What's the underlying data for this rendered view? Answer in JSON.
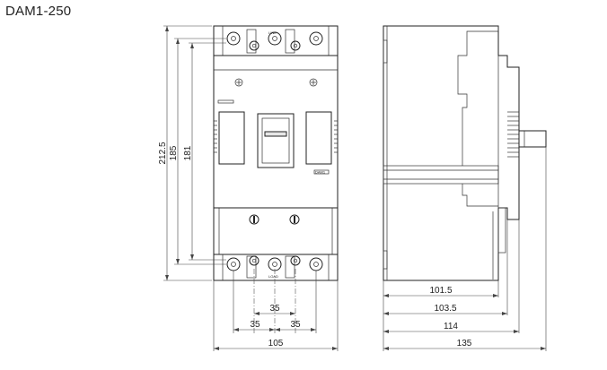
{
  "title": "DAM1-250",
  "front_view": {
    "terminal_label_top": "LINE",
    "terminal_label_bottom": "LOAD",
    "plate_label": "DAM1",
    "dim_height_overall": "212.5",
    "dim_height_mid": "185",
    "dim_height_inner": "181",
    "dim_pole_pitch_center": "35",
    "dim_pole_pitch_left": "35",
    "dim_pole_pitch_right": "35",
    "dim_width": "105"
  },
  "side_view": {
    "dim_depth_1": "101.5",
    "dim_depth_2": "103.5",
    "dim_depth_3": "114",
    "dim_depth_overall": "135"
  }
}
